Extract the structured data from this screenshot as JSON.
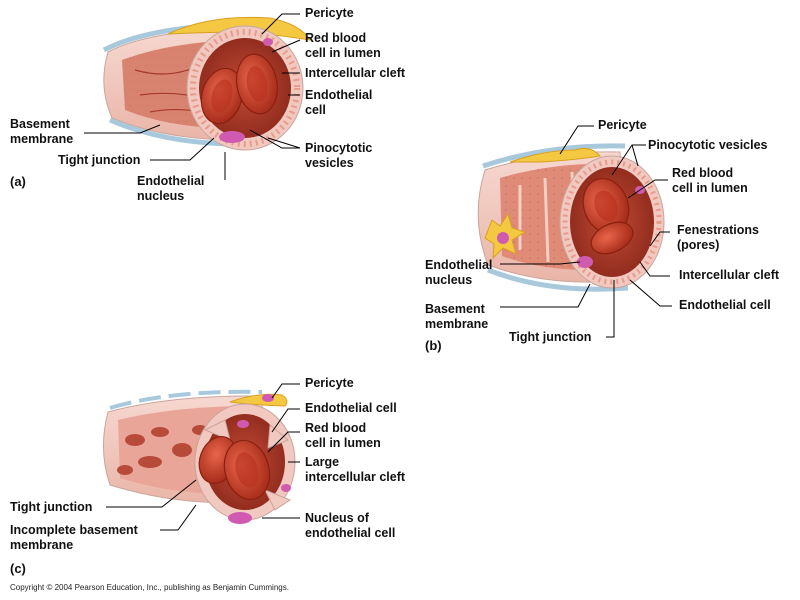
{
  "panels": {
    "a": {
      "tag": "(a)",
      "labels": {
        "pericyte": [
          "Pericyte"
        ],
        "rbc": [
          "Red blood",
          "cell in lumen"
        ],
        "cleft": [
          "Intercellular cleft"
        ],
        "endo_cell": [
          "Endothelial",
          "cell"
        ],
        "basement": [
          "Basement",
          "membrane"
        ],
        "pino": [
          "Pinocytotic",
          "vesicles"
        ],
        "tight": [
          "Tight junction"
        ],
        "nucleus": [
          "Endothelial",
          "nucleus"
        ]
      }
    },
    "b": {
      "tag": "(b)",
      "labels": {
        "pericyte": [
          "Pericyte"
        ],
        "pino": [
          "Pinocytotic vesicles"
        ],
        "rbc": [
          "Red blood",
          "cell in lumen"
        ],
        "fenestrations": [
          "Fenestrations",
          "(pores)"
        ],
        "nucleus": [
          "Endothelial",
          "nucleus"
        ],
        "cleft": [
          "Intercellular cleft"
        ],
        "basement": [
          "Basement",
          "membrane"
        ],
        "endo_cell": [
          "Endothelial cell"
        ],
        "tight": [
          "Tight junction"
        ]
      }
    },
    "c": {
      "tag": "(c)",
      "labels": {
        "pericyte": [
          "Pericyte"
        ],
        "endo_cell": [
          "Endothelial cell"
        ],
        "rbc": [
          "Red blood",
          "cell in lumen"
        ],
        "large_cleft": [
          "Large",
          "intercellular cleft"
        ],
        "tight": [
          "Tight junction"
        ],
        "incomplete_bm": [
          "Incomplete basement",
          "membrane"
        ],
        "nucleus": [
          "Nucleus of",
          "endothelial cell"
        ]
      }
    }
  },
  "copyright": "Copyright © 2004 Pearson Education, Inc., publishing as Benjamin Cummings.",
  "colors": {
    "tissue_outer": "#f0c8bf",
    "tissue_pink": "#e8a598",
    "lumen_dark": "#b8402e",
    "rbc": "#d8452c",
    "rbc_dark": "#9a2416",
    "pericyte": "#f5c842",
    "nucleus": "#d05ab0",
    "basement_blue": "#a8c8dc",
    "leader": "#000000"
  }
}
